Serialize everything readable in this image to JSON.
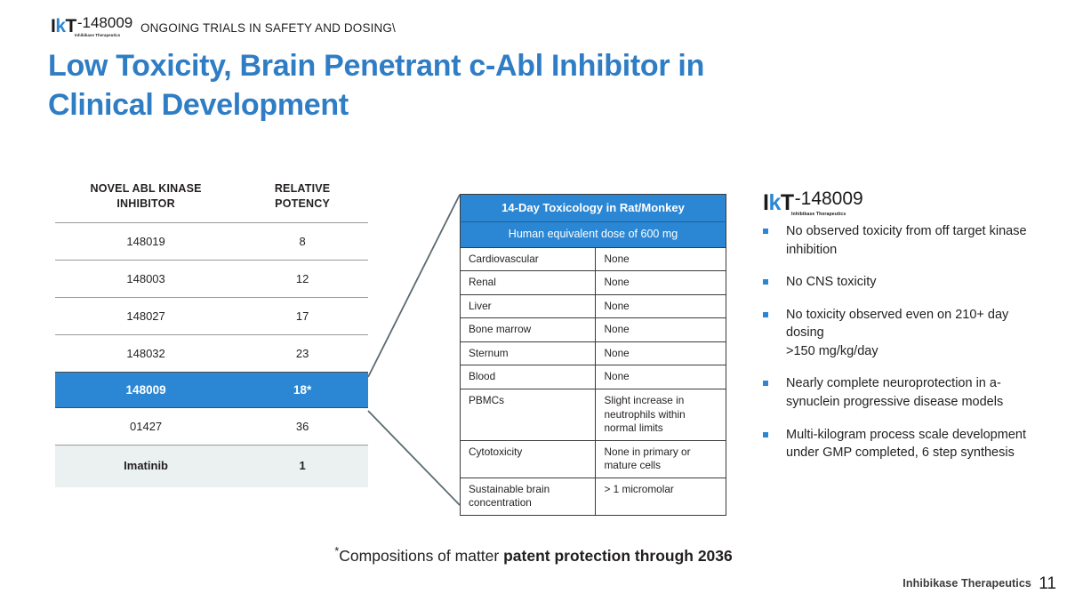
{
  "header": {
    "logo": {
      "mark_i": "Ik",
      "mark_k": "k",
      "mark_t": "T",
      "suffix": "-148009",
      "tagline": "Inhibikase Therapeutics"
    },
    "eyebrow": "ONGOING TRIALS IN SAFETY AND DOSING\\"
  },
  "title": "Low Toxicity, Brain Penetrant c-Abl Inhibitor in Clinical Development",
  "potency_table": {
    "columns": [
      "NOVEL ABL KINASE INHIBITOR",
      "RELATIVE POTENCY"
    ],
    "col1_line1": "NOVEL ABL KINASE",
    "col1_line2": "INHIBITOR",
    "col2_line1": "RELATIVE",
    "col2_line2": "POTENCY",
    "rows": [
      {
        "inhibitor": "148019",
        "potency": "8"
      },
      {
        "inhibitor": "148003",
        "potency": "12"
      },
      {
        "inhibitor": "148027",
        "potency": "17"
      },
      {
        "inhibitor": "148032",
        "potency": "23"
      },
      {
        "inhibitor": "148009",
        "potency": "18*"
      },
      {
        "inhibitor": "01427",
        "potency": "36"
      },
      {
        "inhibitor": "Imatinib",
        "potency": "1"
      }
    ]
  },
  "tox_table": {
    "header": "14-Day Toxicology in Rat/Monkey",
    "subheader": "Human equivalent dose of 600 mg",
    "rows": [
      {
        "label": "Cardiovascular",
        "value": "None"
      },
      {
        "label": "Renal",
        "value": "None"
      },
      {
        "label": "Liver",
        "value": "None"
      },
      {
        "label": "Bone marrow",
        "value": "None"
      },
      {
        "label": "Sternum",
        "value": "None"
      },
      {
        "label": "Blood",
        "value": "None"
      },
      {
        "label": "PBMCs",
        "value": "Slight increase in neutrophils within normal limits"
      },
      {
        "label": "Cytotoxicity",
        "value": "None in primary or mature cells"
      },
      {
        "label": "Sustainable brain concentration",
        "value": "> 1 micromolar"
      }
    ]
  },
  "right_panel": {
    "logo": {
      "mark_i": "Ik",
      "mark_k": "k",
      "mark_t": "T",
      "suffix": "-148009",
      "tagline": "Inhibikase Therapeutics"
    },
    "bullets": [
      {
        "text": "No observed toxicity from off target kinase inhibition",
        "sub": ""
      },
      {
        "text": "No CNS toxicity",
        "sub": ""
      },
      {
        "text": "No toxicity observed even on 210+ day dosing",
        "sub": ">150 mg/kg/day"
      },
      {
        "text": "Nearly complete neuroprotection in a-synuclein progressive disease models",
        "sub": ""
      },
      {
        "text": "Multi-kilogram process scale development under GMP completed, 6 step synthesis",
        "sub": ""
      }
    ]
  },
  "footnote": {
    "star": "*",
    "normal": "Compositions of matter ",
    "bold": "patent protection through 2036"
  },
  "footer": {
    "brand": "Inhibikase Therapeutics",
    "page": "11"
  },
  "colors": {
    "accent_blue": "#2B87D4",
    "title_blue": "#2F7DC4",
    "shaded_row": "#EBF0F0",
    "rule": "#9a9a9a",
    "connector": "#5a6a72"
  }
}
